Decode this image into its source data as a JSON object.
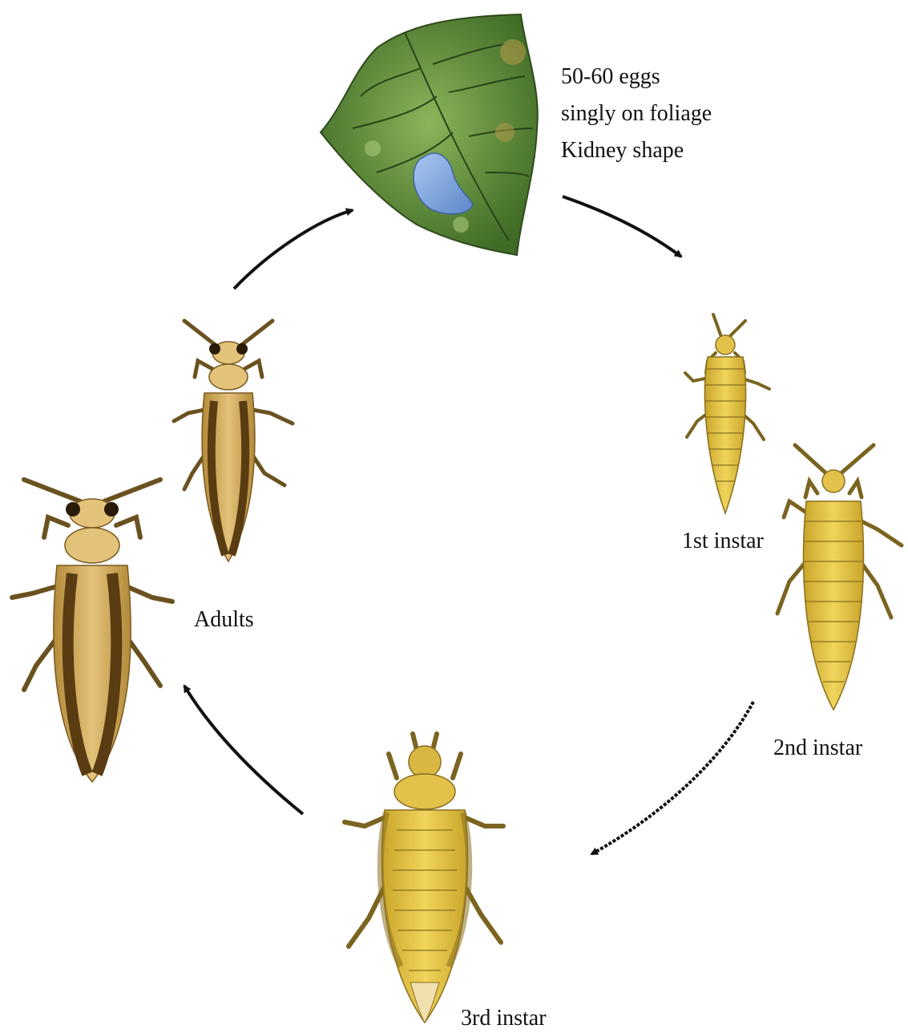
{
  "egg": {
    "note_lines": [
      "50-60 eggs",
      "singly on foliage",
      "Kidney shape"
    ]
  },
  "stages": {
    "first_instar": "1st instar",
    "second_instar": "2nd instar",
    "third_instar": "3rd instar",
    "adults": "Adults"
  },
  "colors": {
    "leaf": "#5f8a3a",
    "leaf_vein": "#2f4a1c",
    "egg": "#7ea6e0",
    "instar_body": "#e2c24a",
    "instar_dark": "#c9a52a",
    "adult_body": "#d8b25a",
    "adult_wing": "#5a3c12",
    "arrow": "#111111"
  }
}
